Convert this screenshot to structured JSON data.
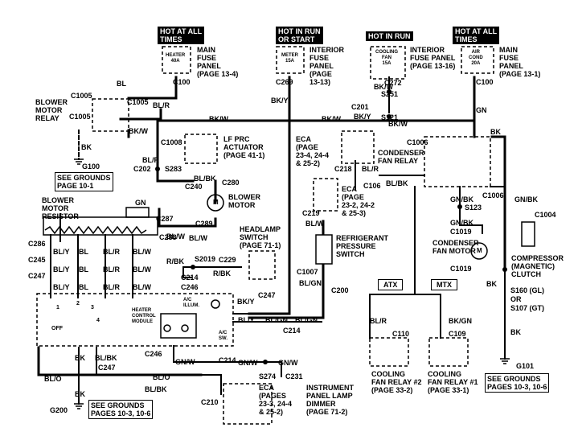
{
  "headers": {
    "h1": "HOT AT ALL\nTIMES",
    "h2": "HOT IN RUN\nOR START",
    "h3": "HOT IN RUN",
    "h4": "HOT AT ALL\nTIMES"
  },
  "fuses": {
    "f1": "HEATER\n40A",
    "f2": "METER\n15A",
    "f3": "COOLING\nFAN\n15A",
    "f4": "AIR\nCOND\n20A"
  },
  "panels": {
    "p1": "MAIN\nFUSE\nPANEL\n(PAGE 13-4)",
    "p2": "INTERIOR\nFUSE\nPANEL\n(PAGE\n13-13)",
    "p3": "INTERIOR\nFUSE PANEL\n(PAGE 13-16)",
    "p4": "MAIN\nFUSE\nPANEL\n(PAGE 13-1)"
  },
  "connectors": {
    "c100a": "C100",
    "c269": "C269",
    "c272": "C272",
    "c100b": "C100",
    "c1005a": "C1005",
    "c1005b": "C1005",
    "c1005c": "C1005",
    "g100": "G100",
    "c1008": "C1008",
    "c202": "C202",
    "s283": "S283",
    "c240": "C240",
    "c280": "C280",
    "c1006a": "C1006",
    "c1006b": "C1006",
    "c218": "C218",
    "c106": "C106",
    "c219": "C219",
    "s251": "S251",
    "c201": "C201",
    "s121": "S121",
    "s123": "S123",
    "c1019a": "C1019",
    "c1019b": "C1019",
    "c1004": "C1004",
    "c287": "C287",
    "c288": "C288",
    "c289": "C289",
    "c286": "C286",
    "c245": "C245",
    "c247a": "C247",
    "s2019": "S2019",
    "c229": "C229",
    "c214a": "C214",
    "c246a": "C246",
    "c1007": "C1007",
    "c200": "C200",
    "c247b": "C247",
    "c214b": "C214",
    "c246b": "C246",
    "c214c": "C214",
    "s274": "S274",
    "c231": "C231",
    "c247c": "C247",
    "c210": "C210",
    "g200": "G200",
    "c110": "C110",
    "c109": "C109",
    "s160": "S160 (GL)",
    "or": "OR",
    "s107": "S107 (GT)",
    "g101": "G101"
  },
  "wires": {
    "bl1": "BL",
    "bl_r1": "BL/R",
    "bk_w1": "BK/W",
    "bk_y1": "BK/Y",
    "bk_w2": "BK/W",
    "bk_w3": "BK/W",
    "bk_w4": "BK/W",
    "bk_y2": "BK/Y",
    "bk_w5": "BK/W",
    "gn1": "GN",
    "bk1": "BK",
    "bk2": "BK",
    "bl_r2": "BL/R",
    "bl_r3": "BL/R",
    "bl_bk1": "BL/BK",
    "bl_bk2": "BL/BK",
    "bl_bk3": "BL/BK",
    "bl_w1": "BL/W",
    "bl_w2": "BL/W",
    "gn_bk1": "GN/BK",
    "gn_bk2": "GN/BK",
    "gn_bk3": "GN/BK",
    "gn2": "GN",
    "bl_w3": "BL/W",
    "r1": "BL/Y",
    "r2": "BL",
    "r3": "BL/R",
    "r4": "BL/W",
    "r_bk": "R/BK",
    "r_bk2": "R/BK",
    "bl_gn1": "BL/GN",
    "bl_gn2": "BL/GN",
    "bl_y2": "BL/Y",
    "bl_gn3": "BL/GN",
    "bk_y3": "BK/Y",
    "gn_w1": "GN/W",
    "gn_w2": "GN/W",
    "gn_w3": "GN/W",
    "bk3": "BK",
    "bl_bk4": "BL/BK",
    "bl_o1": "BL/O",
    "bl_o2": "BL/O",
    "bl_bk5": "BL/BK",
    "bk4": "BK",
    "bl_r4": "BL/R",
    "bk_gn": "BK/GN",
    "bk5": "BK",
    "bk6": "BK"
  },
  "components": {
    "blower_relay": "BLOWER\nMOTOR\nRELAY",
    "ground1": "SEE GROUNDS\nPAGE 10-1",
    "lf_prc": "LF PRC\nACTUATOR\n(PAGE 41-1)",
    "blower_motor": "BLOWER\nMOTOR",
    "resistor": "BLOWER\nMOTOR\nRESISTOR",
    "eca1": "ECA\n(PAGE\n23-4, 24-4\n& 25-2)",
    "condenser_relay": "CONDENSER\nFAN RELAY",
    "eca2": "ECA\n(PAGE\n23-2, 24-2\n& 25-3)",
    "ref_switch": "REFRIGERANT\nPRESSURE\nSWITCH",
    "condenser_motor": "CONDENSER\nFAN MOTOR",
    "compressor": "COMPRESSOR\n(MAGNETIC)\nCLUTCH",
    "headlamp": "HEADLAMP\nSWITCH\n(PAGE 71-1)",
    "heater_module": "HEATER\nCONTROL\nMODULE",
    "ac_illum": "A/C\nILLUM.",
    "ac_sw": "A/C\nSW.",
    "off": "OFF",
    "atx": "ATX",
    "mtx": "MTX",
    "fan2": "COOLING\nFAN RELAY #2\n(PAGE 33-2)",
    "fan1": "COOLING\nFAN RELAY #1\n(PAGE 33-1)",
    "ground3": "SEE GROUNDS\nPAGES 10-3, 10-6",
    "ground2": "SEE GROUNDS\nPAGES 10-3, 10-6",
    "eca3": "ECA\n(PAGES\n23-3, 24-4\n& 25-2)",
    "dimmer": "INSTRUMENT\nPANEL LAMP\nDIMMER\n(PAGE 71-2)",
    "motor_m": "M",
    "motor_m2": "M",
    "sw1": "1",
    "sw2": "2",
    "sw3": "3",
    "sw4": "4"
  }
}
